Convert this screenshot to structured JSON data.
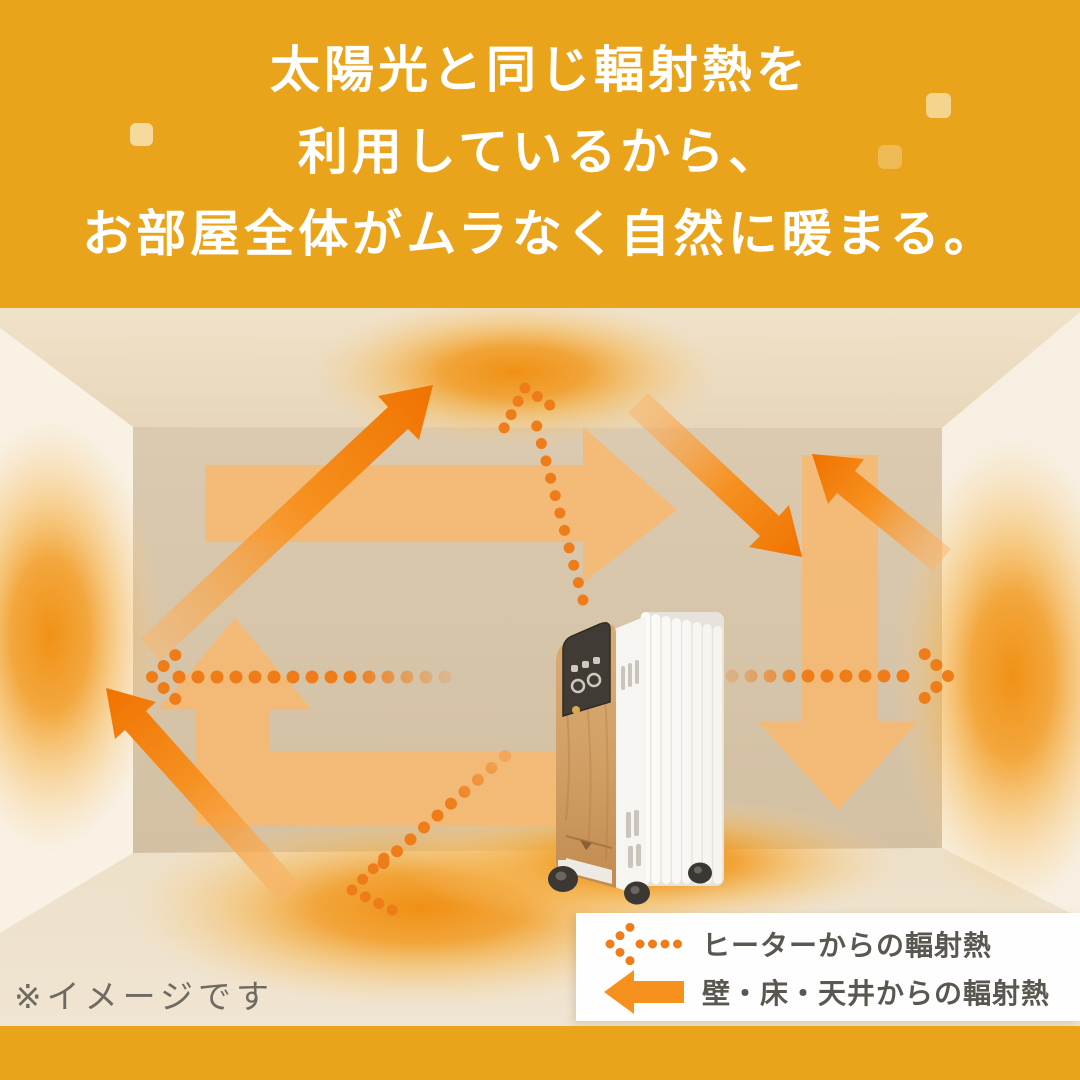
{
  "header": {
    "line1": "太陽光と同じ輻射熱を",
    "line2": "利用しているから、",
    "line3": "お部屋全体がムラなく自然に暖まる。"
  },
  "legend": {
    "items": [
      {
        "icon": "dotted-arrow-icon",
        "label": "ヒーターからの輻射熱"
      },
      {
        "icon": "solid-arrow-icon",
        "label": "壁・床・天井からの輻射熱"
      }
    ]
  },
  "note": "※イメージです",
  "colors": {
    "header_bg": "#E9A41C",
    "footer_bg": "#E9A41C",
    "solid_arrow": "#F07200",
    "solid_arrow_tail": "#FBB56A",
    "dot_arrow": "#EE7D19",
    "translucent_arrow": "#F8B96E",
    "glow_core": "#F08C0B",
    "back_wall": "#D7C5AA",
    "ceiling": "#EBDCC2",
    "side_wall": "#F7F0E2",
    "floor": "#EFE3CF",
    "legend_text": "#5A5650",
    "note_text": "#6E6A63",
    "header_text": "#FFFFFF"
  }
}
